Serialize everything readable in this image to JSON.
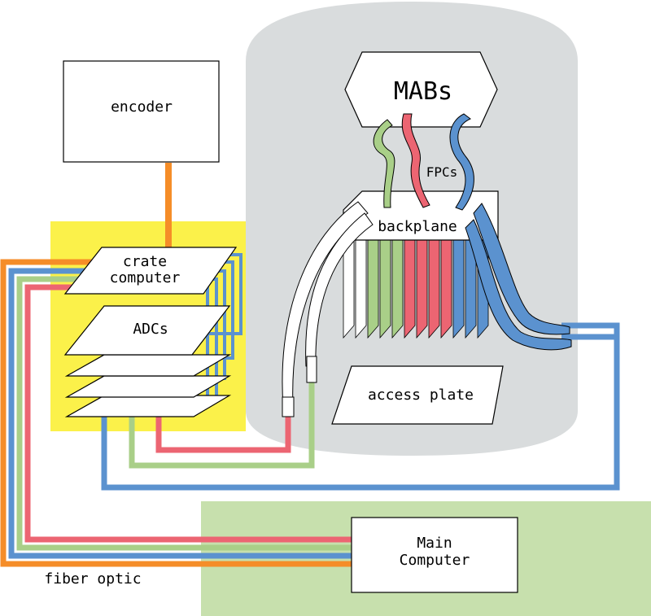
{
  "labels": {
    "encoder": "encoder",
    "mabs": "MABs",
    "fpcs": "FPCs",
    "backplane": "backplane",
    "crate_line1": "crate",
    "crate_line2": "computer",
    "adcs": "ADCs",
    "access_plate": "access plate",
    "main_line1": "Main",
    "main_line2": "Computer",
    "fiber_optic": "fiber optic"
  },
  "colors": {
    "cylinder": "#d9dcdd",
    "yellow_panel": "#fbf14a",
    "green_panel": "#c7e0ad",
    "orange": "#f58d28",
    "red": "#ec6572",
    "green": "#a9cf88",
    "blue": "#5b92cf",
    "white": "#ffffff",
    "outline": "#000000"
  }
}
